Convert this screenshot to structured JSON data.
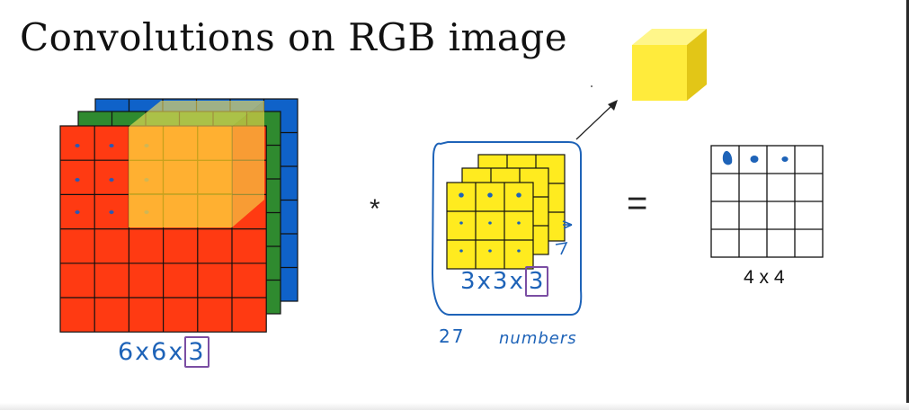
{
  "slide": {
    "title": "Convolutions on RGB image",
    "operator_convolve": "*",
    "operator_equals": "=",
    "output_label": "4 x 4"
  },
  "annotations": {
    "input_dims_prefix": "6x6x",
    "input_dims_boxed": "3",
    "filter_dims_prefix": "3x3x",
    "filter_dims_boxed": "3",
    "filter_count_num": "27",
    "filter_count_word": "numbers"
  },
  "colors": {
    "red_channel": "#ff3a12",
    "green_channel": "#2f8a2f",
    "blue_channel": "#0f62c9",
    "filter_yellow": "#ffeb1f",
    "cube_front": "#ffeb3c",
    "cube_top": "#fff68a",
    "cube_side": "#e2c617",
    "ink_blue": "#1e63b8",
    "highlight_box": "#7b4ea3"
  }
}
